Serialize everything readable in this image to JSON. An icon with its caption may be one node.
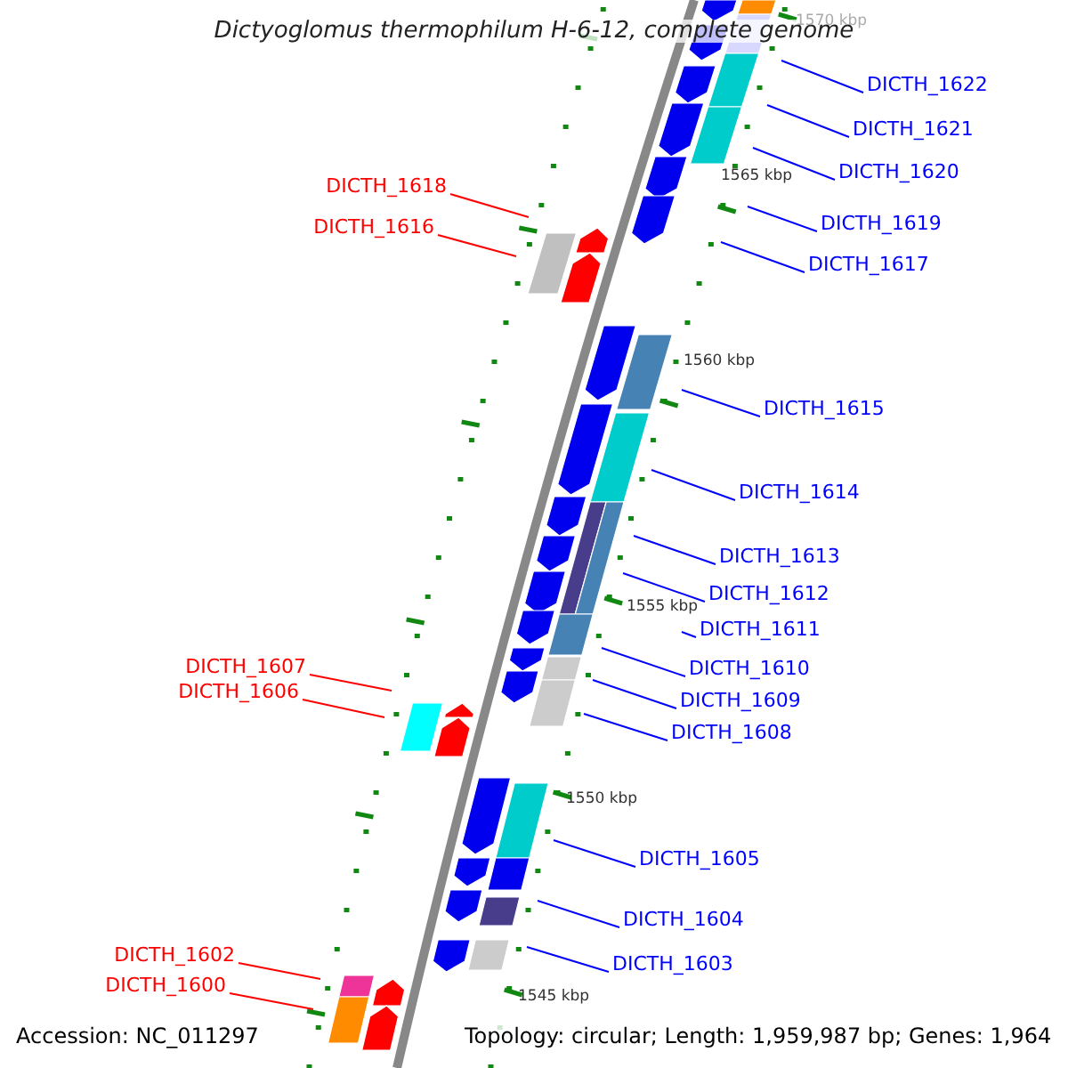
{
  "diagram": {
    "title": "Dictyoglomus thermophilum H-6-12, complete genome",
    "nodes": [
      {
        "text": [
          "DICTH_1622"
        ]
      },
      {
        "text": [
          "DICTH_1621"
        ]
      },
      {
        "text": [
          "DICTH_1620"
        ]
      },
      {
        "text": [
          "DICTH_1618"
        ]
      },
      {
        "text": [
          "DICTH_1619"
        ]
      },
      {
        "text": [
          "DICTH_1616"
        ]
      },
      {
        "text": [
          "DICTH_1617"
        ]
      },
      {
        "text": [
          "DICTH_1615"
        ]
      },
      {
        "text": [
          "DICTH_1614"
        ]
      },
      {
        "text": [
          "DICTH_1613"
        ]
      },
      {
        "text": [
          "DICTH_1612"
        ]
      },
      {
        "text": [
          "DICTH_1611"
        ]
      },
      {
        "text": [
          "DICTH_1607"
        ]
      },
      {
        "text": [
          "DICTH_1610"
        ]
      },
      {
        "text": [
          "DICTH_1606"
        ]
      },
      {
        "text": [
          "DICTH_1609"
        ]
      },
      {
        "text": [
          "DICTH_1608"
        ]
      },
      {
        "text": [
          "DICTH_1605"
        ]
      },
      {
        "text": [
          "DICTH_1604"
        ]
      },
      {
        "text": [
          "DICTH_1602"
        ]
      },
      {
        "text": [
          "DICTH_1603"
        ]
      },
      {
        "text": [
          "DICTH_1600"
        ]
      }
    ],
    "edges": [
      {
        "from": 0,
        "to": null,
        "arrow": "none"
      },
      {
        "from": 1,
        "to": null,
        "arrow": "none"
      },
      {
        "from": 2,
        "to": null,
        "arrow": "none"
      },
      {
        "from": 3,
        "to": null,
        "arrow": "none",
        "color": "#ff0000"
      },
      {
        "from": 4,
        "to": null,
        "arrow": "none"
      },
      {
        "from": 5,
        "to": null,
        "arrow": "none",
        "color": "#ff0000"
      },
      {
        "from": 6,
        "to": null,
        "arrow": "none"
      },
      {
        "from": 7,
        "to": null,
        "arrow": "none"
      },
      {
        "from": 8,
        "to": null,
        "arrow": "none"
      },
      {
        "from": 9,
        "to": null,
        "arrow": "none"
      },
      {
        "from": 10,
        "to": null,
        "arrow": "none"
      },
      {
        "from": 11,
        "to": null,
        "arrow": "none"
      },
      {
        "from": 12,
        "to": null,
        "arrow": "none",
        "color": "#ff0000"
      },
      {
        "from": 13,
        "to": null,
        "arrow": "none"
      },
      {
        "from": 14,
        "to": null,
        "arrow": "none",
        "color": "#ff0000"
      },
      {
        "from": 15,
        "to": null,
        "arrow": "none"
      },
      {
        "from": 16,
        "to": null,
        "arrow": "none"
      },
      {
        "from": 17,
        "to": null,
        "arrow": "none"
      },
      {
        "from": 18,
        "to": null,
        "arrow": "none"
      },
      {
        "from": 19,
        "to": null,
        "arrow": "none",
        "color": "#ff0000"
      },
      {
        "from": 20,
        "to": null,
        "arrow": "none"
      },
      {
        "from": 21,
        "to": null,
        "arrow": "none",
        "color": "#ff0000"
      }
    ],
    "labels": [
      "1570 kbp",
      "1565 kbp",
      "1560 kbp",
      "1555 kbp",
      "1550 kbp",
      "1545 kbp",
      "Accession: NC_011297",
      "Topology: circular; Length: 1,959,987 bp; Genes: 1,964"
    ]
  }
}
